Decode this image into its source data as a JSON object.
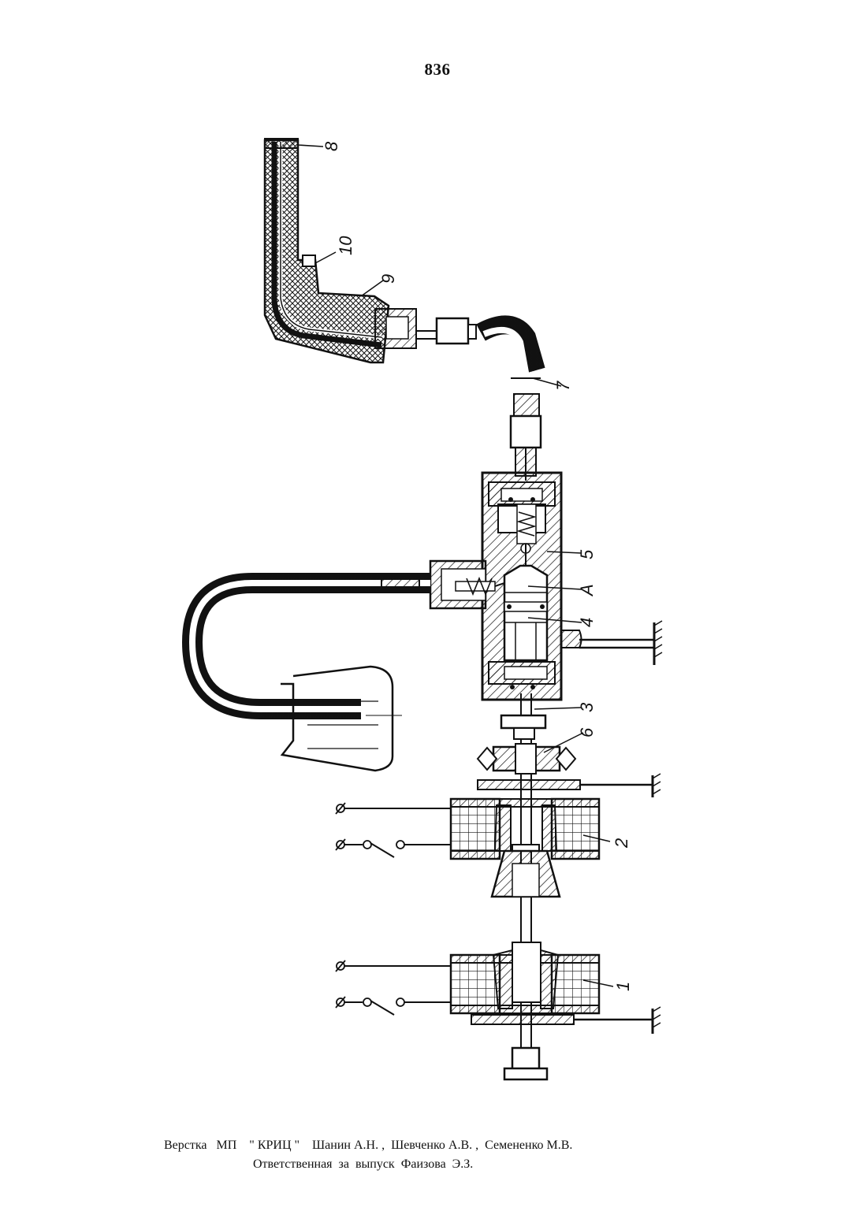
{
  "page": {
    "number": "836"
  },
  "figure": {
    "labels": {
      "l1": "1",
      "l2": "2",
      "l3": "3",
      "l4": "4",
      "l5": "5",
      "l6": "6",
      "l7": "7",
      "l8": "8",
      "l9": "9",
      "l10": "10",
      "lA": "A"
    }
  },
  "footer": {
    "line1": "Верстка   МП    \" КРИЦ \"    Шанин А.Н. ,  Шевченко А.В. ,  Семененко М.В.",
    "line2": "Ответственная  за  выпуск  Фаизова  Э.З."
  }
}
